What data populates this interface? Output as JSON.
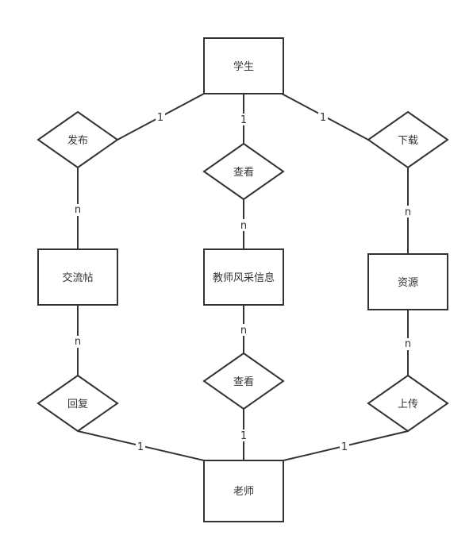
{
  "diagram": {
    "entities": {
      "student": "学生",
      "post": "交流帖",
      "teacher_info": "教师风采信息",
      "resource": "资源",
      "teacher": "老师"
    },
    "relations": {
      "publish": "发布",
      "view_top": "查看",
      "download": "下载",
      "reply": "回复",
      "view_bottom": "查看",
      "upload": "上传"
    },
    "cardinalities": {
      "student_publish": "1",
      "student_view": "1",
      "student_download": "1",
      "publish_post": "n",
      "view_teacher_info": "n",
      "download_resource": "n",
      "post_reply": "n",
      "teacher_info_view": "n",
      "resource_upload": "n",
      "reply_teacher": "1",
      "view_teacher": "1",
      "upload_teacher": "1"
    }
  }
}
